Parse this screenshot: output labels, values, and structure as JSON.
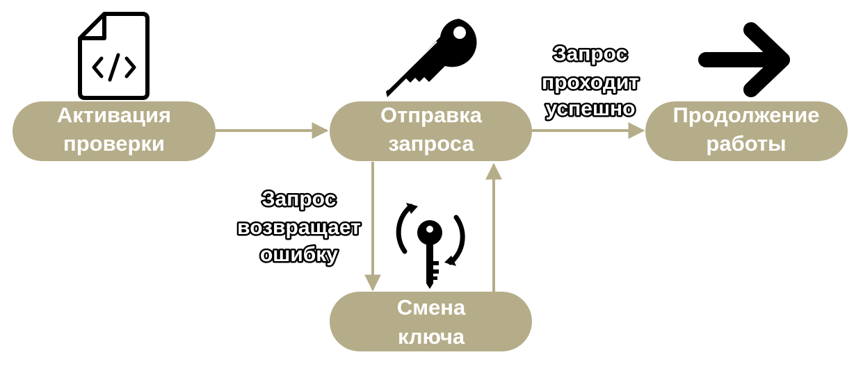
{
  "colors": {
    "node_fill": "#b5ad89",
    "connector": "#b5ad89",
    "node_text": "#ffffff",
    "icon": "#000000"
  },
  "nodes": {
    "activate": {
      "line1": "Активация",
      "line2": "проверки"
    },
    "send": {
      "line1": "Отправка",
      "line2": "запроса"
    },
    "continue": {
      "line1": "Продолжение",
      "line2": "работы"
    },
    "rotate": {
      "line1": "Смена",
      "line2": "ключа"
    }
  },
  "edges": {
    "success": {
      "line1": "Запрос",
      "line2": "проходит",
      "line3": "успешно"
    },
    "error": {
      "line1": "Запрос",
      "line2": "возвращает",
      "line3": "ошибку"
    }
  },
  "icons": {
    "activate": "code-file-icon",
    "send": "key-icon",
    "continue": "arrow-right-icon",
    "rotate": "key-rotation-icon"
  }
}
